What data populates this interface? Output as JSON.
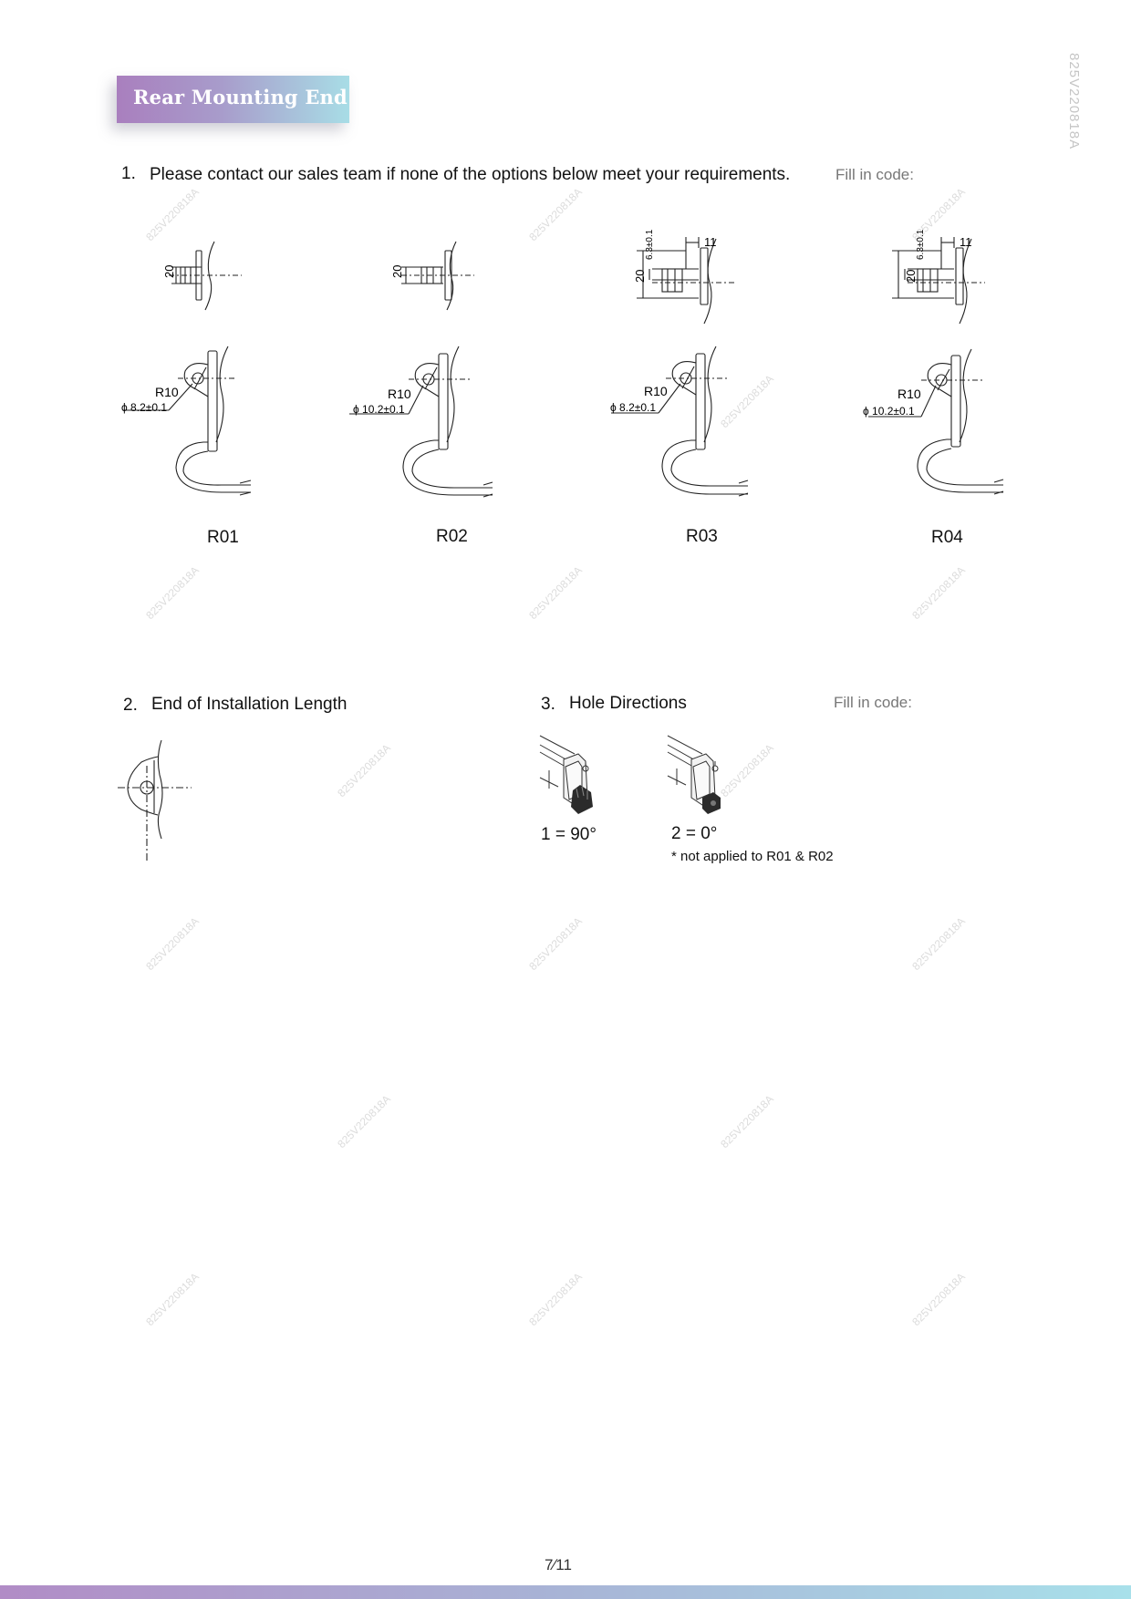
{
  "header": {
    "title": "Rear Mounting End",
    "doc_code": "825V220818A"
  },
  "watermark": "825V220818A",
  "section1": {
    "number": "1.",
    "text": "Please contact our sales team if none of the options below meet your requirements.",
    "fill_label": "Fill in code:",
    "variants": [
      {
        "code": "R01",
        "height_dim": "20",
        "radius": "R10",
        "hole": "ϕ 8.2±0.1"
      },
      {
        "code": "R02",
        "height_dim": "20",
        "radius": "R10",
        "hole": "ϕ 10.2±0.1"
      },
      {
        "code": "R03",
        "height_dim": "20",
        "offset_dim": "6.3±0.1",
        "depth_dim": "11",
        "radius": "R10",
        "hole": "ϕ 8.2±0.1"
      },
      {
        "code": "R04",
        "height_dim": "20",
        "offset_dim": "6.3±0.1",
        "depth_dim": "11",
        "radius": "R10",
        "hole": "ϕ 10.2±0.1"
      }
    ]
  },
  "section2": {
    "number": "2.",
    "text": "End of Installation Length"
  },
  "section3": {
    "number": "3.",
    "text": "Hole Directions",
    "fill_label": "Fill in code:",
    "options": [
      {
        "label": "1 = 90°"
      },
      {
        "label": "2 = 0°",
        "note": "* not applied to R01 & R02"
      }
    ]
  },
  "footer": {
    "page": "7∕11"
  }
}
